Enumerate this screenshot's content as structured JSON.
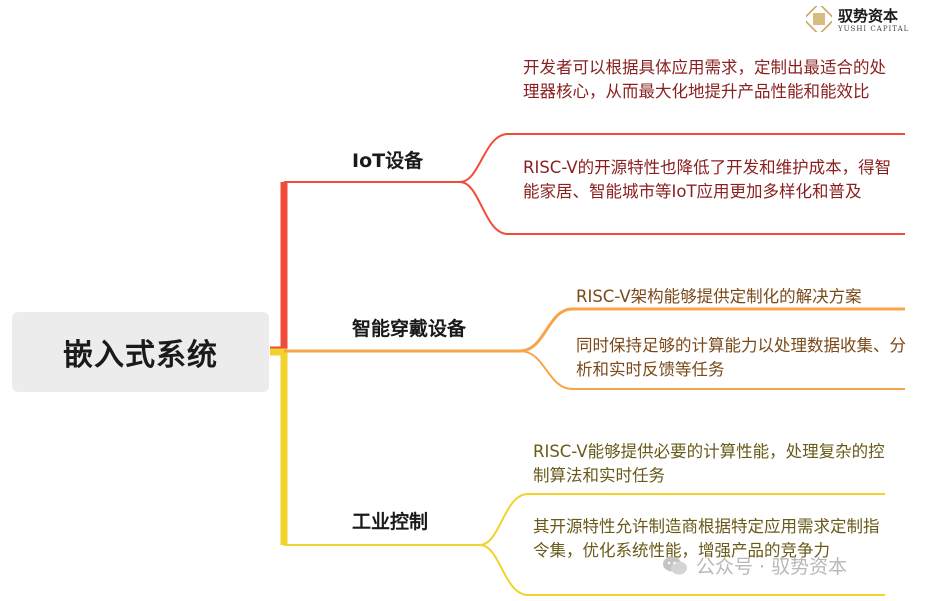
{
  "logo": {
    "name_cn": "驭势资本",
    "name_en": "YUSHI CAPITAL"
  },
  "root": {
    "label": "嵌入式系统"
  },
  "branches": [
    {
      "label": "IoT设备",
      "color": "#f24b3c",
      "leaves": [
        "开发者可以根据具体应用需求，定制出最适合的处理器核心，从而最大化地提升产品性能和能效比",
        "RISC-V的开源特性也降低了开发和维护成本，得智能家居、智能城市等IoT应用更加多样化和普及"
      ]
    },
    {
      "label": "智能穿戴设备",
      "color": "#f7a54a",
      "leaves": [
        "RISC-V架构能够提供定制化的解决方案",
        "同时保持足够的计算能力以处理数据收集、分析和实时反馈等任务"
      ]
    },
    {
      "label": "工业控制",
      "color": "#f2d22c",
      "leaves": [
        "RISC-V能够提供必要的计算性能，处理复杂的控制算法和实时任务",
        "其开源特性允许制造商根据特定应用需求定制指令集，优化系统性能，增强产品的竞争力"
      ]
    }
  ],
  "watermark": {
    "text": "公众号 · 驭势资本"
  }
}
